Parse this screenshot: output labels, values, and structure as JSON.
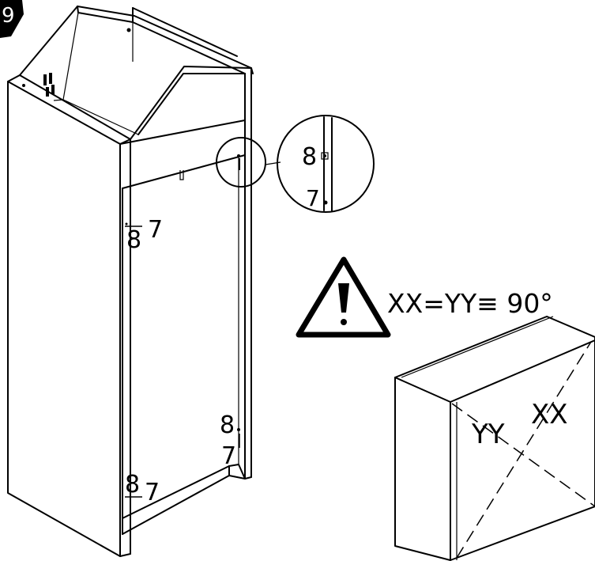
{
  "step": {
    "number": "9"
  },
  "labels": {
    "part_a": "8",
    "part_b": "7"
  },
  "warning": {
    "icon": "warning-triangle-icon",
    "formula": "XX=YY≡ 90°"
  },
  "diagonal_box": {
    "diag_a": "XX",
    "diag_b": "YY"
  }
}
